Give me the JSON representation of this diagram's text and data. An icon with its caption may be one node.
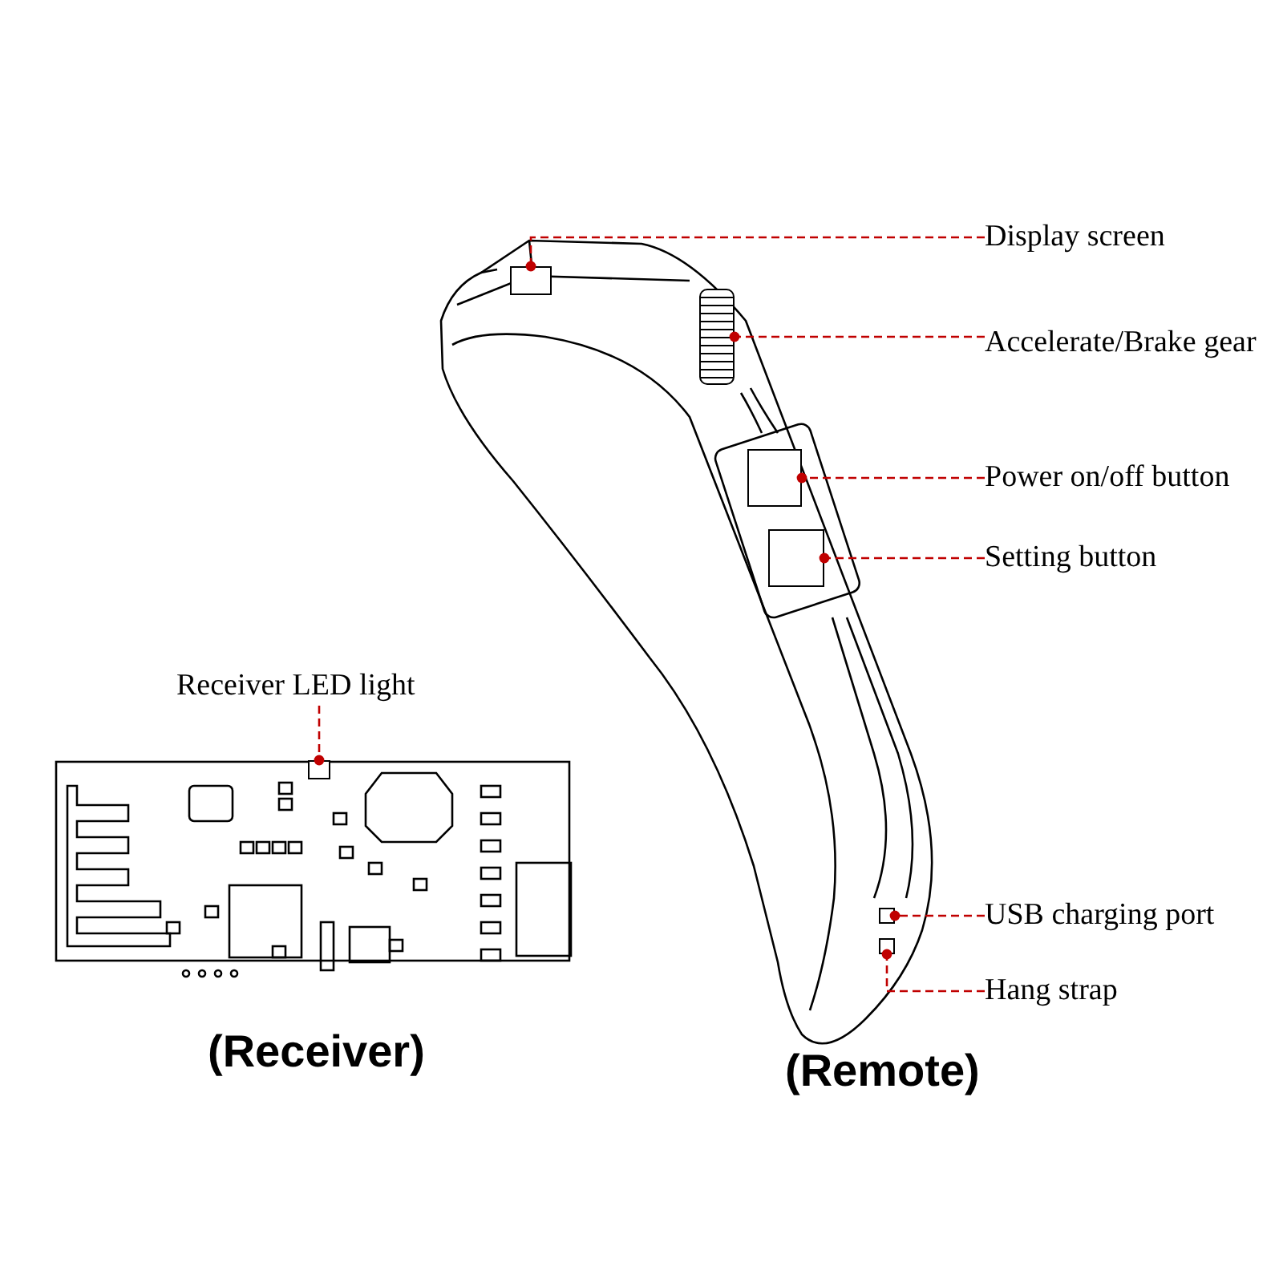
{
  "diagram": {
    "nodes": [
      {
        "text": [
          "Display screen"
        ]
      },
      {
        "text": [
          "Accelerate/Brake gear"
        ]
      },
      {
        "text": [
          "Power on/off button"
        ]
      },
      {
        "text": [
          "Setting button"
        ]
      },
      {
        "text": [
          "USB charging port"
        ]
      },
      {
        "text": [
          "Hang strap"
        ]
      },
      {
        "text": [
          "Receiver LED light"
        ]
      },
      {
        "text": [],
        "shape": "box"
      },
      {
        "text": [],
        "shape": "wheel"
      },
      {
        "text": [],
        "shape": "box"
      },
      {
        "text": [],
        "shape": "box"
      },
      {
        "text": [],
        "shape": "box"
      },
      {
        "text": [],
        "shape": "box"
      },
      {
        "text": [],
        "shape": "box"
      }
    ],
    "edges": [
      {
        "from": 0,
        "to": 7,
        "arrow": "other",
        "style": "dashed"
      },
      {
        "from": 1,
        "to": 8,
        "arrow": "other",
        "style": "dashed"
      },
      {
        "from": 2,
        "to": 9,
        "arrow": "other",
        "style": "dashed"
      },
      {
        "from": 3,
        "to": 10,
        "arrow": "other",
        "style": "dashed"
      },
      {
        "from": 4,
        "to": 11,
        "arrow": "other",
        "style": "dashed"
      },
      {
        "from": 5,
        "to": 12,
        "arrow": "other",
        "style": "dashed"
      },
      {
        "from": 6,
        "to": 13,
        "arrow": "other",
        "style": "dashed"
      }
    ],
    "labels": [
      "(Receiver)",
      "(Remote)"
    ]
  }
}
